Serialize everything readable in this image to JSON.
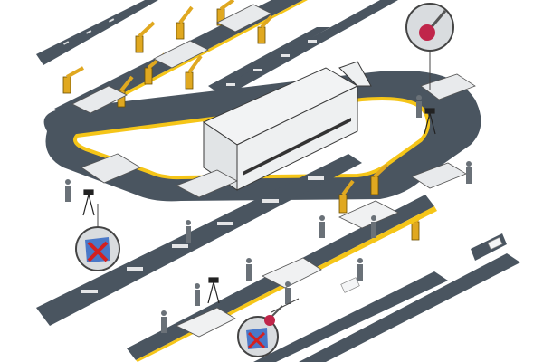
{
  "scene": {
    "description_elements": [
      "conveyor-belts",
      "assembly-loop",
      "paint-booth",
      "robot-arms",
      "workers",
      "camera-tripods",
      "inspection-callouts",
      "car-bodies"
    ]
  },
  "colors": {
    "belt": "#4a5560",
    "belt_stripe": "#f5c518",
    "booth": "#eef0f1",
    "booth_edge": "#3a3a3a",
    "robot": "#e0a820",
    "car": "#e8eaec",
    "worker": "#6a7178",
    "callout_bg": "#d9dcdf",
    "ball": "#c0264a",
    "parts": "#f4f5f6"
  },
  "icons": {
    "inspection_probe": "magenta-ball-probe-icon",
    "defect_marker": "red-x-defect-icon"
  }
}
